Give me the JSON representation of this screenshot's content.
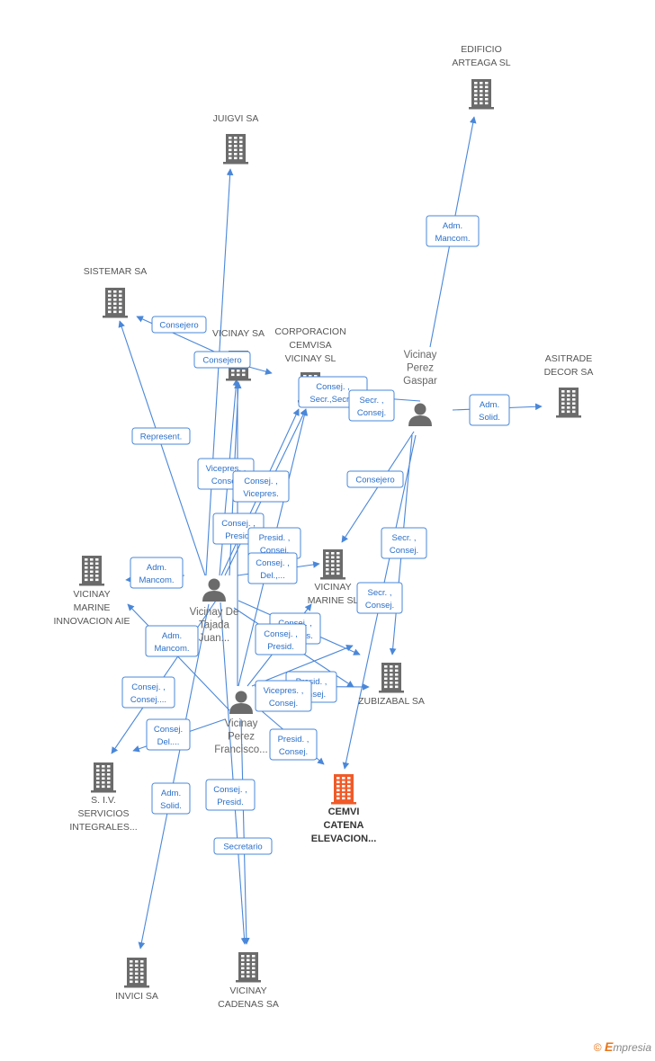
{
  "nodes": [
    {
      "id": "edificio",
      "type": "company",
      "label": [
        "EDIFICIO",
        "ARTEAGA SL"
      ]
    },
    {
      "id": "juigvi",
      "type": "company",
      "label": [
        "JUIGVI SA"
      ]
    },
    {
      "id": "sistemar",
      "type": "company",
      "label": [
        "SISTEMAR SA"
      ]
    },
    {
      "id": "vicinaysa",
      "type": "company",
      "label": [
        "VICINAY SA"
      ]
    },
    {
      "id": "corporacion",
      "type": "company",
      "label": [
        "CORPORACION",
        "CEMVISA",
        "VICINAY  SL"
      ]
    },
    {
      "id": "asitrade",
      "type": "company",
      "label": [
        "ASITRADE",
        "DECOR SA"
      ]
    },
    {
      "id": "vmarinesl",
      "type": "company",
      "label": [
        "VICINAY",
        "MARINE SL"
      ]
    },
    {
      "id": "vmarineinn",
      "type": "company",
      "label": [
        "VICINAY",
        "MARINE",
        "INNOVACION AIE"
      ]
    },
    {
      "id": "zubizabal",
      "type": "company",
      "label": [
        "ZUBIZABAL SA"
      ]
    },
    {
      "id": "siv",
      "type": "company",
      "label": [
        "S. I.V.",
        "SERVICIOS",
        "INTEGRALES..."
      ]
    },
    {
      "id": "cemvi",
      "type": "focus",
      "label": [
        "CEMVI",
        "CATENA",
        "ELEVACION..."
      ]
    },
    {
      "id": "invici",
      "type": "company",
      "label": [
        "INVICI SA"
      ]
    },
    {
      "id": "vcadenas",
      "type": "company",
      "label": [
        "VICINAY",
        "CADENAS SA"
      ]
    },
    {
      "id": "gaspar",
      "type": "person",
      "label": [
        "Vicinay",
        "Perez",
        "Gaspar"
      ]
    },
    {
      "id": "juan",
      "type": "person",
      "label": [
        "Vicinay De",
        "Tajada",
        "Juan..."
      ]
    },
    {
      "id": "francisco",
      "type": "person",
      "label": [
        "Vicinay",
        "Perez",
        "Francisco..."
      ]
    }
  ],
  "relations": [
    {
      "id": "r1",
      "text": [
        "Adm.",
        "Mancom."
      ]
    },
    {
      "id": "r2",
      "text": [
        "Consejero"
      ]
    },
    {
      "id": "r3",
      "text": [
        "Consejero"
      ]
    },
    {
      "id": "r4",
      "text": [
        "Represent."
      ]
    },
    {
      "id": "r5",
      "text": [
        "Consej. ,",
        "Secr.,Secr..."
      ]
    },
    {
      "id": "r6",
      "text": [
        "Secr. ,",
        "Consej."
      ]
    },
    {
      "id": "r7",
      "text": [
        "Adm.",
        "Solid."
      ]
    },
    {
      "id": "r8",
      "text": [
        "Vicepres. ,",
        "Consej."
      ]
    },
    {
      "id": "r9",
      "text": [
        "Consej. ,",
        "Vicepres."
      ]
    },
    {
      "id": "r10",
      "text": [
        "Consejero"
      ]
    },
    {
      "id": "r11",
      "text": [
        "Consej. ,",
        "Presid."
      ]
    },
    {
      "id": "r12",
      "text": [
        "Presid. ,",
        "Consej."
      ]
    },
    {
      "id": "r13",
      "text": [
        "Consej. ,",
        "Del.,..."
      ]
    },
    {
      "id": "r14",
      "text": [
        "Secr. ,",
        "Consej."
      ]
    },
    {
      "id": "r15",
      "text": [
        "Adm.",
        "Mancom."
      ]
    },
    {
      "id": "r16",
      "text": [
        "Secr. ,",
        "Consej."
      ]
    },
    {
      "id": "r17",
      "text": [
        "Consej. ,",
        "Vicepres."
      ]
    },
    {
      "id": "r18",
      "text": [
        "Consej. ,",
        "Presid."
      ]
    },
    {
      "id": "r19",
      "text": [
        "Adm.",
        "Mancom."
      ]
    },
    {
      "id": "r20",
      "text": [
        "Presid. ,",
        "Consej."
      ]
    },
    {
      "id": "r21",
      "text": [
        "Consej. ,",
        "Consej...."
      ]
    },
    {
      "id": "r22",
      "text": [
        "Vicepres. ,",
        "Consej."
      ]
    },
    {
      "id": "r23",
      "text": [
        "Consej.",
        "Del...."
      ]
    },
    {
      "id": "r24",
      "text": [
        "Presid. ,",
        "Consej."
      ]
    },
    {
      "id": "r25",
      "text": [
        "Adm.",
        "Solid."
      ]
    },
    {
      "id": "r26",
      "text": [
        "Consej. ,",
        "Presid."
      ]
    },
    {
      "id": "r27",
      "text": [
        "Secretario"
      ]
    }
  ],
  "footer": {
    "copyright": "©",
    "brand_initial": "E",
    "brand_rest": "mpresia"
  },
  "colors": {
    "node": "#6b6b6b",
    "focus": "#f05a28",
    "edge": "#4a87d9"
  }
}
